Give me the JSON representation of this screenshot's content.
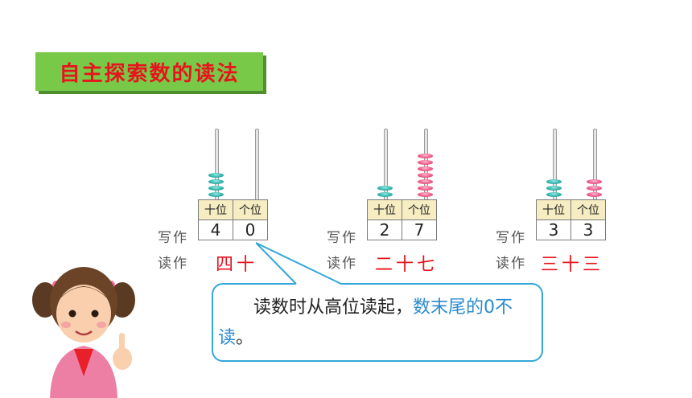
{
  "title": "自主探索数的读法",
  "row_labels": {
    "write": "写作",
    "read": "读作"
  },
  "columns": {
    "tens": "十位",
    "ones": "个位"
  },
  "examples": [
    {
      "tens_digit": "4",
      "ones_digit": "0",
      "tens_beads": 4,
      "ones_beads": 0,
      "reading": "四十"
    },
    {
      "tens_digit": "2",
      "ones_digit": "7",
      "tens_beads": 2,
      "ones_beads": 7,
      "reading": "二十七"
    },
    {
      "tens_digit": "3",
      "ones_digit": "3",
      "tens_beads": 3,
      "ones_beads": 3,
      "reading": "三十三"
    }
  ],
  "tip": {
    "part1": "读数时从高位读起，",
    "part2": "数末尾的0不读",
    "part3": "。"
  },
  "colors": {
    "title_bg": "#77c947",
    "title_text": "#e8131d",
    "tens_bead": "#23a7a0",
    "ones_bead": "#e8497d",
    "bubble_border": "#33a7d8",
    "highlight": "#2a8ad0"
  }
}
